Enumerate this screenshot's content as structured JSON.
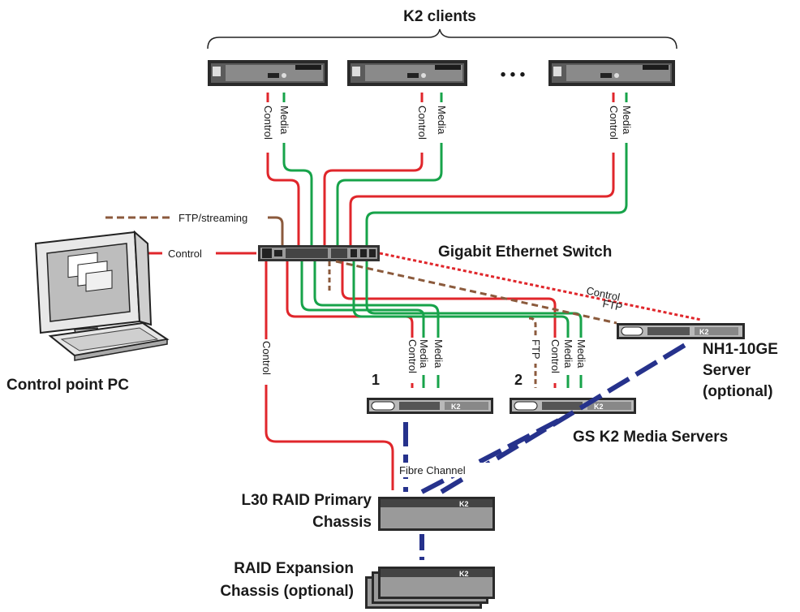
{
  "diagram": {
    "colors": {
      "control": "#e0262b",
      "media": "#17a34a",
      "ftp": "#8b5a3c",
      "fibre": "#26328c",
      "device": "#2a2a2a"
    },
    "labels": {
      "k2_clients": "K2 clients",
      "ellipsis": "• • •",
      "control": "Control",
      "media": "Media",
      "ftp": "FTP",
      "ftp_streaming": "FTP/streaming",
      "gigabit_switch": "Gigabit Ethernet Switch",
      "control_point_pc": "Control point PC",
      "server_1": "1",
      "server_2": "2",
      "nh_server_line1": "NH1-10GE",
      "nh_server_line2": "Server",
      "nh_server_line3": "(optional)",
      "gs_k2_media_servers": "GS K2 Media Servers",
      "fibre_channel": "Fibre Channel",
      "l30_primary_line1": "L30 RAID Primary",
      "l30_primary_line2": "Chassis",
      "raid_expansion_line1": "RAID Expansion",
      "raid_expansion_line2": "Chassis (optional)",
      "k2_badge": "K2"
    }
  }
}
